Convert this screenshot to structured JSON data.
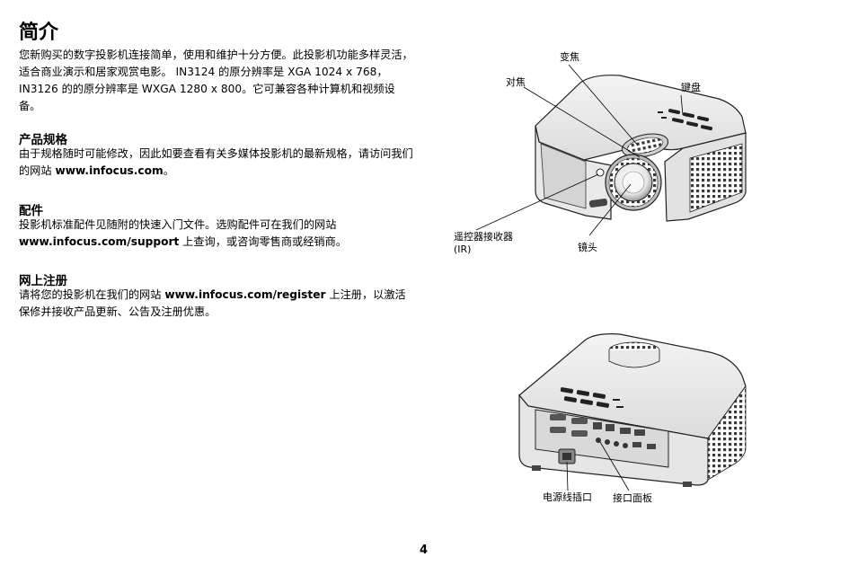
{
  "page": {
    "title": "简介",
    "intro_text": "您新购买的数字投影机连接简单，使用和维护十分方便。此投影机功能多样灵活，适合商业演示和居家观赏电影。 IN3124 的原分辨率是 XGA 1024 x 768， IN3126 的的原分辨率是 WXGA 1280 x 800。它可兼容各种计算机和视频设备。",
    "sections": {
      "specs": {
        "heading": "产品规格",
        "text_before": "由于规格随时可能修改，因此如要查看有关多媒体投影机的最新规格，请访问我们的网站 ",
        "link": "www.infocus.com",
        "text_after": "。"
      },
      "accessories": {
        "heading": "配件",
        "text_before": "投影机标准配件见随附的快速入门文件。选购配件可在我们的网站",
        "link": "www.infocus.com/support",
        "text_after": " 上查询，或咨询零售商或经销商。"
      },
      "registration": {
        "heading": "网上注册",
        "text_before": "请将您的投影机在我们的网站 ",
        "link": "www.infocus.com/register",
        "text_after": " 上注册，以激活保修并接收产品更新、公告及注册优惠。"
      }
    },
    "figure_front": {
      "zoom": "变焦",
      "focus": "对焦",
      "keypad": "键盘",
      "ir_receiver": "遥控器接收器",
      "ir_abbrev": "(IR)",
      "lens": "镜头"
    },
    "figure_back": {
      "power_cord": "电源线插口",
      "connector_panel": "接口面板"
    },
    "page_number": "4"
  }
}
